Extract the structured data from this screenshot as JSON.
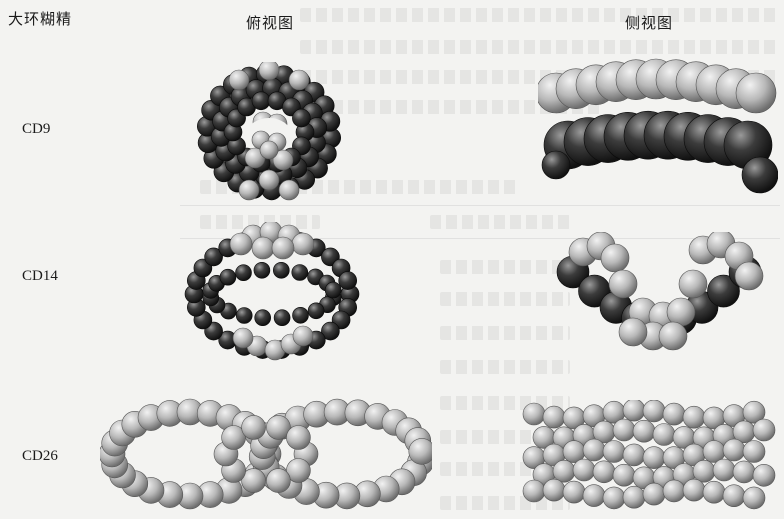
{
  "columns": {
    "label_header": "大环糊精",
    "top_view_header": "俯视图",
    "side_view_header": "侧视图"
  },
  "rows": [
    {
      "label": "CD9"
    },
    {
      "label": "CD14"
    },
    {
      "label": "CD26"
    }
  ],
  "colors": {
    "dark_sphere": "#3c3c3c",
    "light_sphere": "#b8b8b8",
    "highlight": "#f2f2f2"
  }
}
